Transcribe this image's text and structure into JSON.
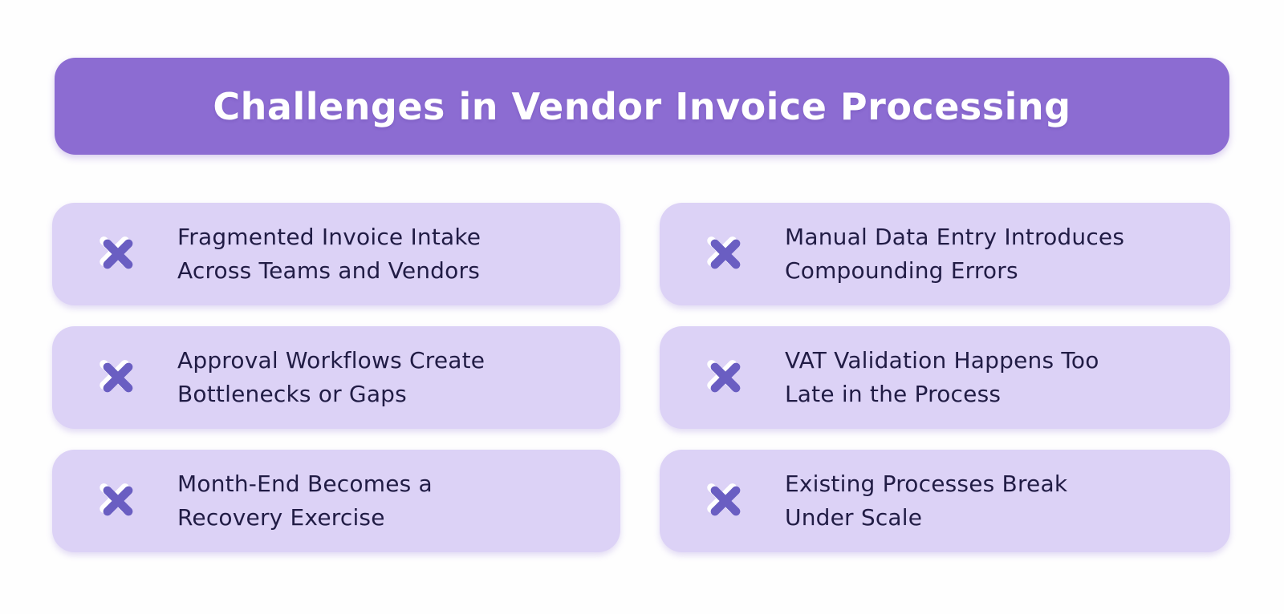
{
  "header": {
    "title": "Challenges in Vendor Invoice Processing"
  },
  "cards": [
    {
      "icon": "x-mark",
      "lines": [
        "Fragmented Invoice Intake",
        "Across Teams and Vendors"
      ]
    },
    {
      "icon": "x-mark",
      "lines": [
        "Manual Data Entry Introduces",
        "Compounding Errors"
      ]
    },
    {
      "icon": "x-mark",
      "lines": [
        "Approval Workflows Create",
        "Bottlenecks or Gaps"
      ]
    },
    {
      "icon": "x-mark",
      "lines": [
        "VAT Validation Happens Too",
        "Late in the Process"
      ]
    },
    {
      "icon": "x-mark",
      "lines": [
        "Month-End Becomes a",
        "Recovery Exercise"
      ]
    },
    {
      "icon": "x-mark",
      "lines": [
        "Existing Processes Break",
        "Under Scale"
      ]
    }
  ],
  "colors": {
    "page_bg": "#FEFEFE",
    "banner_bg": "#8C6CD2",
    "banner_text": "#FFFFFF",
    "card_bg": "#DCD2F6",
    "card_text": "#211C45",
    "x_mark": "#6A5EC2",
    "x_mark_shadow": "#FFFFFF"
  }
}
